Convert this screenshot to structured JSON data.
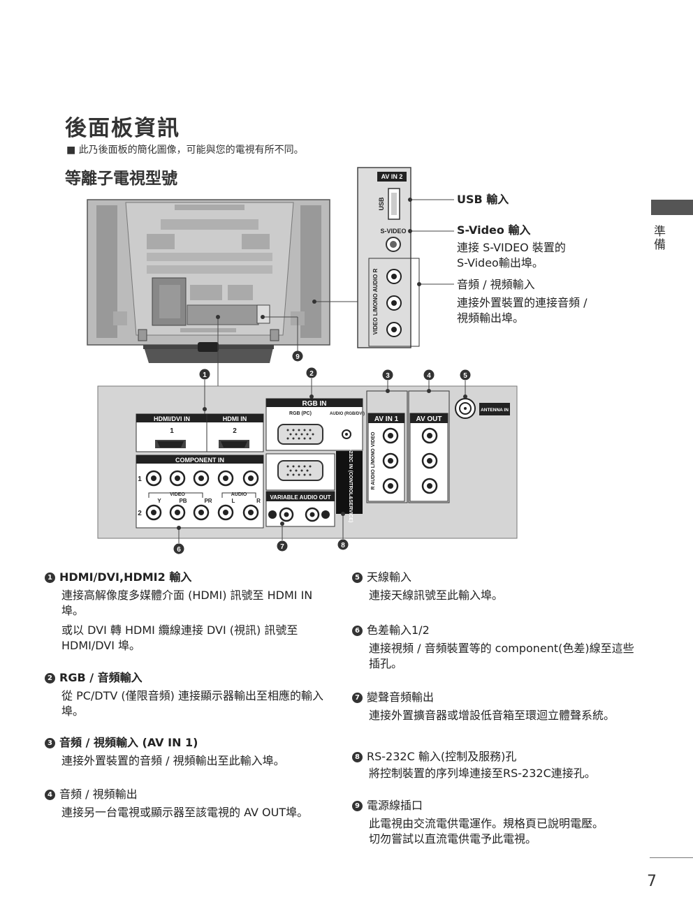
{
  "page": {
    "title": "後面板資訊",
    "note": "■ 此乃後面板的簡化圖像，可能與您的電視有所不同。",
    "subtitle": "等離子電視型號",
    "side_tab": "準備",
    "page_number": "7"
  },
  "side_panel": {
    "av_in2": "AV IN 2",
    "usb_label": "USB",
    "svideo_label": "S-VIDEO",
    "vertical_label": "VIDEO L/MONO AUDIO R"
  },
  "callouts": {
    "usb_title": "USB 輸入",
    "svideo_title": "S-Video 輸入",
    "svideo_desc1": "連接 S-VIDEO 裝置的",
    "svideo_desc2": "S-Video輸出埠。",
    "av_title": "音頻 / 視頻輸入",
    "av_desc1": "連接外置裝置的連接音頻 /",
    "av_desc2": "視頻輸出埠。"
  },
  "panel": {
    "hdmi_dvi_in": "HDMI/DVI IN",
    "hdmi_in": "HDMI IN",
    "hdmi1": "1",
    "hdmi2": "2",
    "rgb_in": "RGB IN",
    "rgb_pc": "RGB (PC)",
    "audio_rgb": "AUDIO (RGB/DVI)",
    "component_in": "COMPONENT IN",
    "comp_video": "VIDEO",
    "comp_audio": "AUDIO",
    "comp_y": "Y",
    "comp_pb": "PB",
    "comp_pr": "PR",
    "comp_l": "L",
    "comp_r": "R",
    "row1": "1",
    "row2": "2",
    "variable_audio_out": "VARIABLE AUDIO OUT",
    "rs232c": "RS-232C IN (CONTROL&SERVICE)",
    "av_in1": "AV IN 1",
    "av_out": "AV OUT",
    "antenna_in": "ANTENNA IN",
    "av_vertical": "R AUDIO L/MONO VIDEO"
  },
  "markers": [
    "1",
    "2",
    "3",
    "4",
    "5",
    "6",
    "7",
    "8",
    "9"
  ],
  "descriptions": [
    {
      "num": "1",
      "title": "HDMI/DVI,HDMI2 輸入",
      "body": "連接高解像度多媒體介面 (HDMI) 訊號至 HDMI IN埠。",
      "body2": "或以 DVI 轉 HDMI 纜線連接 DVI (視訊) 訊號至 HDMI/DVI 埠。"
    },
    {
      "num": "2",
      "title": "RGB / 音頻輸入",
      "body": "從 PC/DTV (僅限音頻) 連接顯示器輸出至相應的輸入埠。"
    },
    {
      "num": "3",
      "title": "音頻 / 視頻輸入 (AV IN 1)",
      "body": "連接外置裝置的音頻 / 視頻輸出至此輸入埠。"
    },
    {
      "num": "4",
      "title": "音頻 / 視頻輸出",
      "body": "連接另一台電視或顯示器至該電視的 AV OUT埠。"
    },
    {
      "num": "5",
      "title": "天線輸入",
      "body": "連接天線訊號至此輸入埠。"
    },
    {
      "num": "6",
      "title": "色差輸入1/2",
      "body": "連接視頻 / 音頻裝置等的 component(色差)線至這些插孔。"
    },
    {
      "num": "7",
      "title": "變聲音頻輸出",
      "body": "連接外置擴音器或增設低音箱至環迴立體聲系統。"
    },
    {
      "num": "8",
      "title": "RS-232C 輸入(控制及服務)孔",
      "body": "將控制裝置的序列埠連接至RS-232C連接孔。"
    },
    {
      "num": "9",
      "title": "電源線插口",
      "body": "此電視由交流電供電運作。規格頁已說明電壓。",
      "body2": "切勿嘗試以直流電供電予此電視。"
    }
  ]
}
